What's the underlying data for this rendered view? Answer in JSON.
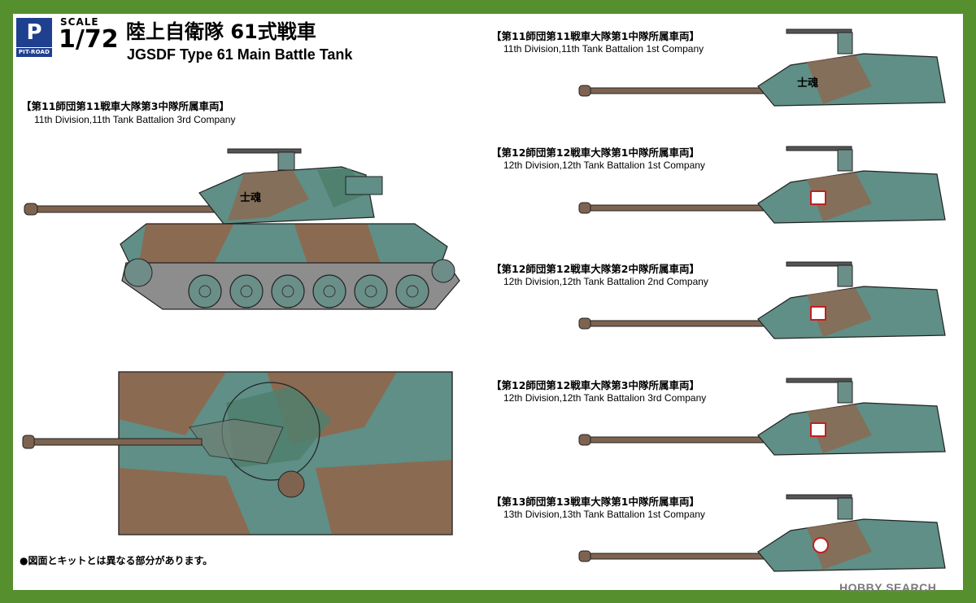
{
  "brand": {
    "mark": "P",
    "name": "PIT-ROAD"
  },
  "scale": {
    "word": "SCALE",
    "value": "1/72"
  },
  "title": {
    "ja": "陸上自衛隊 61式戦車",
    "en": "JGSDF Type 61 Main Battle Tank"
  },
  "main_caption": {
    "ja": "【第11師団第11戦車大隊第3中隊所属車両】",
    "en": "11th Division,11th Tank Battalion 3rd Company"
  },
  "variants": [
    {
      "ja": "【第11師団第11戦車大隊第1中隊所属車両】",
      "en": "11th Division,11th Tank Battalion 1st Company",
      "marking": "士魂"
    },
    {
      "ja": "【第12師団第12戦車大隊第1中隊所属車両】",
      "en": "12th Division,12th Tank Battalion 1st Company",
      "marking": ""
    },
    {
      "ja": "【第12師団第12戦車大隊第2中隊所属車両】",
      "en": "12th Division,12th Tank Battalion 2nd Company",
      "marking": ""
    },
    {
      "ja": "【第12師団第12戦車大隊第3中隊所属車両】",
      "en": "12th Division,12th Tank Battalion 3rd Company",
      "marking": ""
    },
    {
      "ja": "【第13師団第13戦車大隊第1中隊所属車両】",
      "en": "13th Division,13th Tank Battalion 1st Company",
      "marking": ""
    }
  ],
  "side_marking": "士魂",
  "note": "●図面とキットとは異なる部分があります。",
  "watermark": "HOBBY SEARCH",
  "colors": {
    "frame": "#558f2e",
    "camo_brown": "#8b6a52",
    "camo_green": "#4f7f6c",
    "camo_teal": "#5f8f86",
    "brand_blue": "#1f3f8f"
  }
}
